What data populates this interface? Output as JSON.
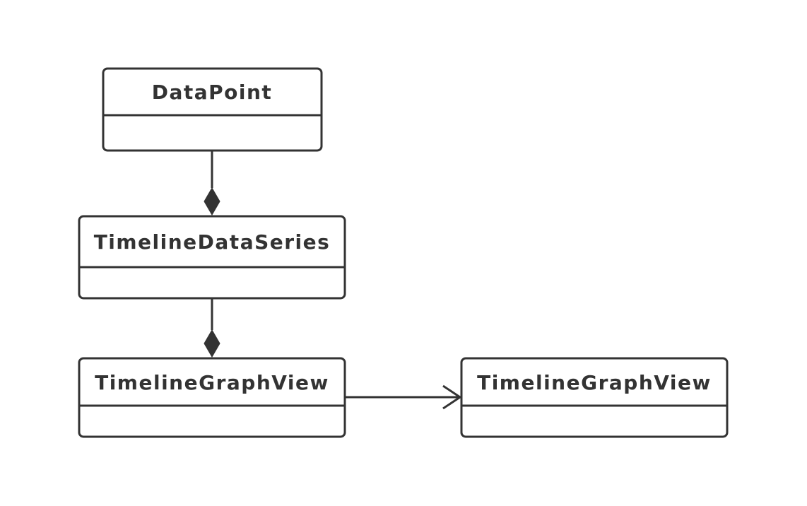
{
  "diagram": {
    "type": "uml-class-diagram",
    "classes": [
      {
        "id": "datapoint",
        "name": "DataPoint"
      },
      {
        "id": "series",
        "name": "TimelineDataSeries"
      },
      {
        "id": "graphview",
        "name": "TimelineGraphView"
      },
      {
        "id": "graphview-target",
        "name": "TimelineGraphView"
      }
    ],
    "relations": [
      {
        "from": "datapoint",
        "to": "series",
        "kind": "composition"
      },
      {
        "from": "series",
        "to": "graphview",
        "kind": "composition"
      },
      {
        "from": "graphview",
        "to": "graphview-target",
        "kind": "association"
      }
    ],
    "colors": {
      "stroke": "#333333",
      "text": "#333333",
      "background": "#ffffff"
    }
  }
}
